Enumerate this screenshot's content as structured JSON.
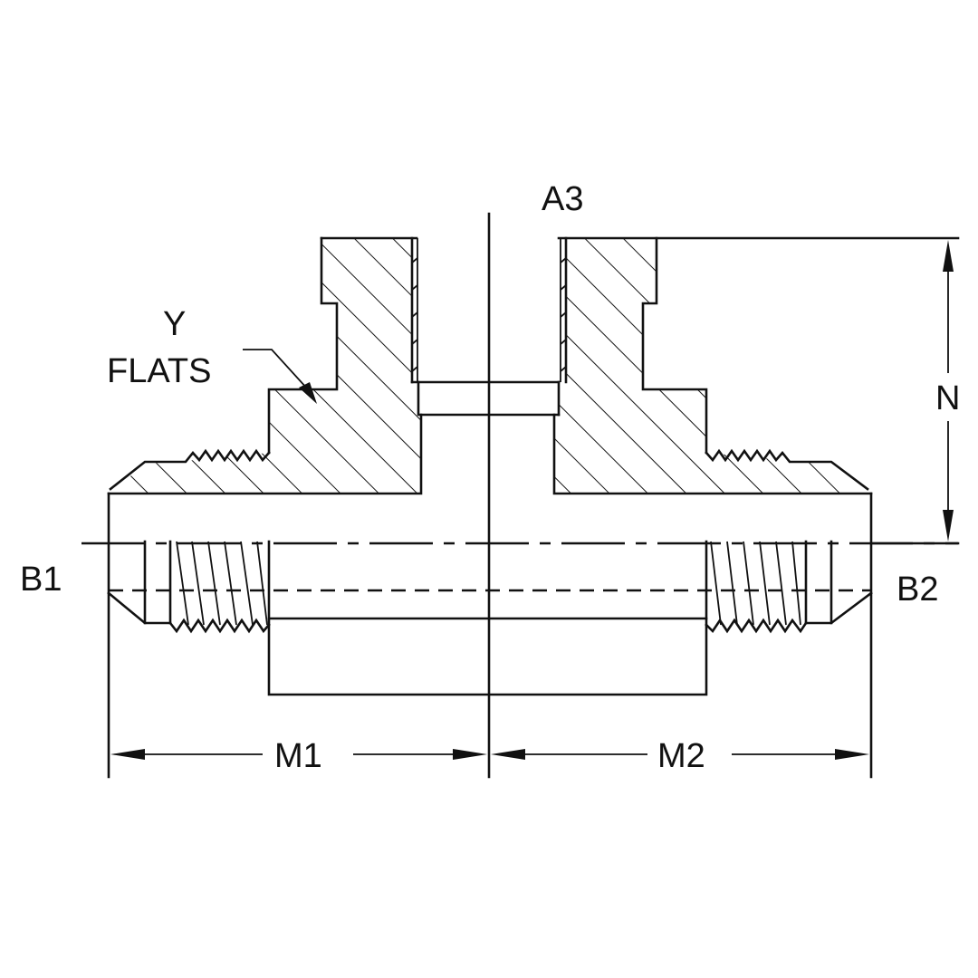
{
  "diagram": {
    "type": "technical-cross-section",
    "subject": "Tee fitting with two male threaded run ports and one female branch port",
    "line_color": "#111111",
    "background": "#ffffff"
  },
  "labels": {
    "branch_port": "A3",
    "left_port": "B1",
    "right_port": "B2",
    "flats_line1": "Y",
    "flats_line2": "FLATS",
    "height_dim": "N",
    "left_length_dim": "M1",
    "right_length_dim": "M2"
  }
}
